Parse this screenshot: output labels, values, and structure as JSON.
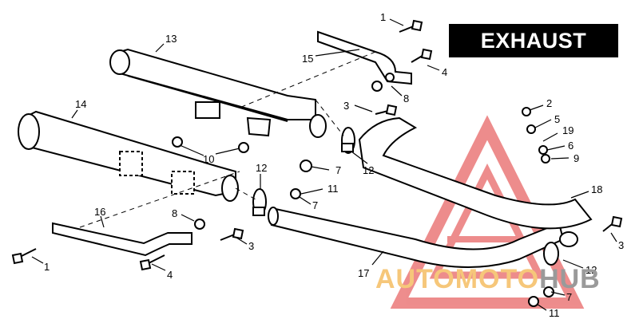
{
  "title": "EXHAUST SYSTEM",
  "watermark": {
    "part1": "AUTOMOTO",
    "part2": "HUB"
  },
  "callouts": {
    "c1a": "1",
    "c13": "13",
    "c15": "15",
    "c4a": "4",
    "c8a": "8",
    "c3a": "3",
    "c14": "14",
    "c10": "10",
    "c12a": "12",
    "c7a": "7",
    "c11a": "11",
    "c7b": "7",
    "c12b": "12",
    "c2": "2",
    "c5": "5",
    "c19": "19",
    "c6": "6",
    "c9": "9",
    "c18": "18",
    "c16": "16",
    "c8b": "8",
    "c3b": "3",
    "c1b": "1",
    "c4b": "4",
    "c17": "17",
    "c3c": "3",
    "c12c": "12",
    "c7c": "7",
    "c11b": "11"
  }
}
